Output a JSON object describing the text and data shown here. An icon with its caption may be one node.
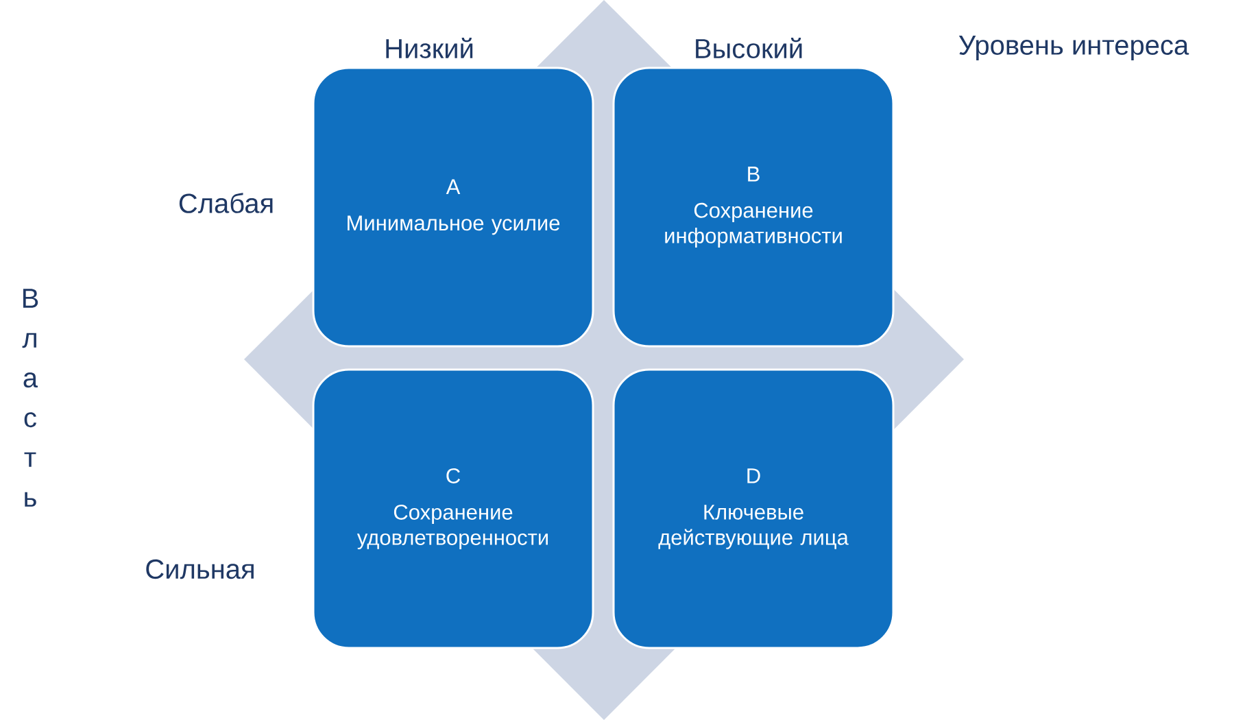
{
  "diagram": {
    "nodes": [
      {
        "text": [
          "A",
          "Минимальное усилие"
        ]
      },
      {
        "text": [
          "B",
          "Сохранение информативности"
        ]
      },
      {
        "text": [
          "C",
          "Сохранение удовлетворенности"
        ]
      },
      {
        "text": [
          "D",
          "Ключевые действующие лица"
        ]
      }
    ],
    "labels": [
      "Низкий",
      "Высокий",
      "Уровень интереса",
      "Слабая",
      "Власть",
      "Сильная"
    ]
  }
}
